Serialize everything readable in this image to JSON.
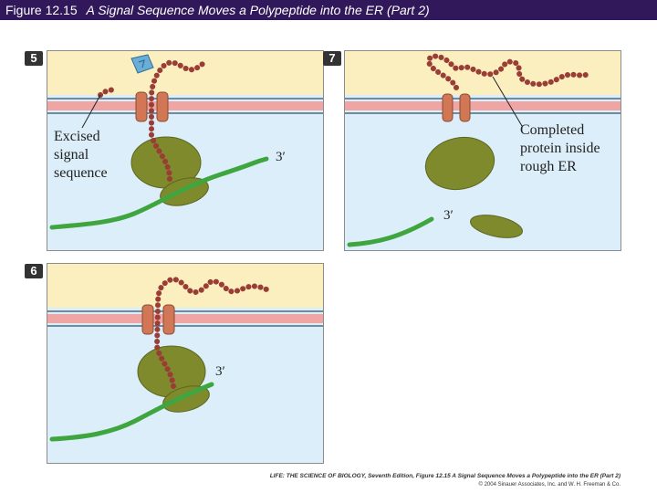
{
  "header": {
    "figure_number": "Figure 12.15",
    "caption": "A Signal Sequence Moves a Polypeptide into the ER (Part 2)"
  },
  "panels": {
    "step5": {
      "badge": "5",
      "label_lines": [
        "Excised",
        "signal",
        "sequence"
      ],
      "end_label": "3′"
    },
    "step7": {
      "badge": "7",
      "label_lines": [
        "Completed",
        "protein inside",
        "rough ER"
      ],
      "end_label": "3′"
    },
    "step6": {
      "badge": "6",
      "end_label": "3′"
    }
  },
  "colors": {
    "title_bar": "#30185a",
    "er_lumen": "#fbefbf",
    "cytosol": "#dbeef9",
    "membrane": "#f0a5a5",
    "membrane_line": "#4a6b80",
    "ribosome": "#7f8a2d",
    "mrna": "#3fa53f",
    "polypeptide": "#993d35",
    "channel": "#d17756",
    "signal_recognition": "#6aaed8"
  },
  "footer": {
    "citation": "LIFE: THE SCIENCE OF BIOLOGY, Seventh Edition, Figure 12.15 A Signal Sequence Moves a Polypeptide into the ER (Part 2)",
    "copyright": "© 2004 Sinauer Associates, Inc. and W. H. Freeman & Co."
  }
}
